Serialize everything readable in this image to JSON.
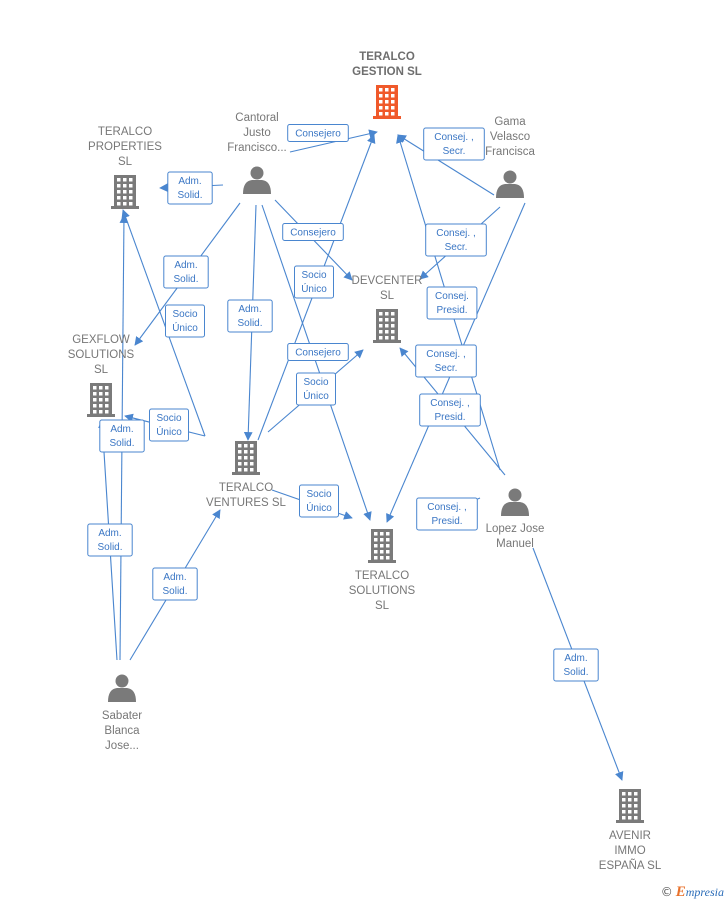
{
  "colors": {
    "edge": "#4a86cf",
    "company": "#7a7a7a",
    "company_highlight": "#f0592a",
    "person": "#7a7a7a",
    "label": "#777777"
  },
  "nodes": [
    {
      "id": "teralco_gestion",
      "kind": "company",
      "highlight": true,
      "bold": true,
      "label": [
        "TERALCO",
        "GESTION  SL"
      ]
    },
    {
      "id": "teralco_properties",
      "kind": "company",
      "label": [
        "TERALCO",
        "PROPERTIES",
        "SL"
      ]
    },
    {
      "id": "cantoral",
      "kind": "person",
      "label": [
        "Cantoral",
        "Justo",
        "Francisco..."
      ]
    },
    {
      "id": "gama",
      "kind": "person",
      "label": [
        "Gama",
        "Velasco",
        "Francisca"
      ]
    },
    {
      "id": "devcenter",
      "kind": "company",
      "label": [
        "DEVCENTER",
        "SL"
      ]
    },
    {
      "id": "gexflow",
      "kind": "company",
      "label": [
        "GEXFLOW",
        "SOLUTIONS",
        "SL"
      ]
    },
    {
      "id": "teralco_ventures",
      "kind": "company",
      "label": [
        "TERALCO",
        "VENTURES  SL"
      ]
    },
    {
      "id": "teralco_solutions",
      "kind": "company",
      "label": [
        "TERALCO",
        "SOLUTIONS",
        "SL"
      ]
    },
    {
      "id": "lopez",
      "kind": "person",
      "label": [
        "Lopez Jose",
        "Manuel"
      ]
    },
    {
      "id": "sabater",
      "kind": "person",
      "label": [
        "Sabater",
        "Blanca",
        "Jose..."
      ]
    },
    {
      "id": "avenir",
      "kind": "company",
      "label": [
        "AVENIR",
        "IMMO",
        "ESPAÑA SL"
      ]
    }
  ],
  "edges": [
    {
      "from": "cantoral",
      "to": "teralco_properties",
      "label": [
        "Adm.",
        "Solid."
      ]
    },
    {
      "from": "cantoral",
      "to": "teralco_gestion",
      "label": [
        "Consejero"
      ]
    },
    {
      "from": "cantoral",
      "to": "devcenter",
      "label": [
        "Consejero"
      ]
    },
    {
      "from": "cantoral",
      "to": "gexflow",
      "label": [
        "Adm.",
        "Solid."
      ]
    },
    {
      "from": "cantoral",
      "to": "teralco_ventures",
      "label": [
        "Adm.",
        "Solid."
      ]
    },
    {
      "from": "cantoral",
      "to": "teralco_solutions",
      "label": []
    },
    {
      "from": "teralco_ventures",
      "to": "teralco_gestion",
      "label": [
        "Socio",
        "Único"
      ]
    },
    {
      "from": "teralco_ventures",
      "to": "devcenter",
      "label": [
        "Socio",
        "Único"
      ]
    },
    {
      "from": "teralco_ventures",
      "to": "teralco_solutions",
      "label": [
        "Socio",
        "Único"
      ]
    },
    {
      "from": "teralco_ventures",
      "to": "teralco_properties",
      "label": [
        "Socio",
        "Único"
      ]
    },
    {
      "from": "teralco_ventures",
      "to": "gexflow",
      "label": [
        "Socio",
        "Único"
      ]
    },
    {
      "from": "gama",
      "to": "teralco_gestion",
      "label": [
        "Consej. ,",
        "Secr."
      ]
    },
    {
      "from": "gama",
      "to": "devcenter",
      "label": [
        "Consej. ,",
        "Secr."
      ]
    },
    {
      "from": "gama",
      "to": "teralco_solutions",
      "label": []
    },
    {
      "from": "lopez",
      "to": "teralco_gestion",
      "label": [
        "Consej.",
        "Presid."
      ]
    },
    {
      "from": "lopez",
      "to": "devcenter",
      "label": [
        "Consej. ,",
        "Secr."
      ]
    },
    {
      "from": "lopez",
      "to": "teralco_solutions",
      "label": [
        "Consej. ,",
        "Presid."
      ]
    },
    {
      "from": "lopez",
      "to": "avenir",
      "label": [
        "Adm.",
        "Solid."
      ]
    },
    {
      "from": "sabater",
      "to": "teralco_properties",
      "label": [
        "Adm.",
        "Solid."
      ]
    },
    {
      "from": "sabater",
      "to": "gexflow",
      "label": [
        "Adm.",
        "Solid."
      ]
    },
    {
      "from": "sabater",
      "to": "teralco_ventures",
      "label": [
        "Adm.",
        "Solid."
      ]
    }
  ],
  "extra_tags": [
    {
      "label": [
        "Consejero"
      ]
    },
    {
      "label": [
        "Consej. ,",
        "Presid."
      ]
    }
  ],
  "footer": {
    "copyright_symbol": "©",
    "brand_first": "E",
    "brand_rest": "mpresia"
  }
}
